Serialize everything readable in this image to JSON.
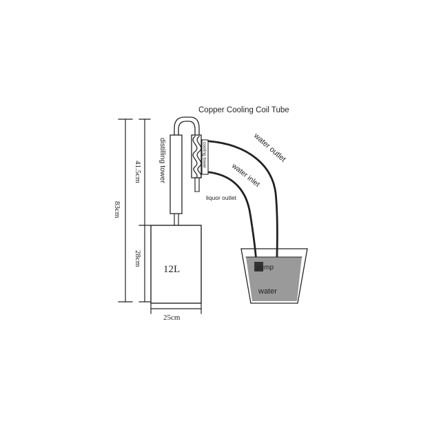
{
  "labels": {
    "coil": "Copper Cooling Coil Tube",
    "water_outlet": "water outlet",
    "water_inlet": "water inlet",
    "distilling_tower": "distilling tower",
    "cooling_tower": "cooling tower",
    "liquor_outlet": "liquor outlet",
    "pump": "pump",
    "water": "water",
    "vessel": "12L",
    "height_total": "83cm",
    "height_tower": "41.5cm",
    "height_pot": "28cm",
    "width_pot": "25cm"
  },
  "colors": {
    "line": "#222222",
    "water": "#9a9a9a",
    "pump": "#333333",
    "background": "#ffffff"
  }
}
